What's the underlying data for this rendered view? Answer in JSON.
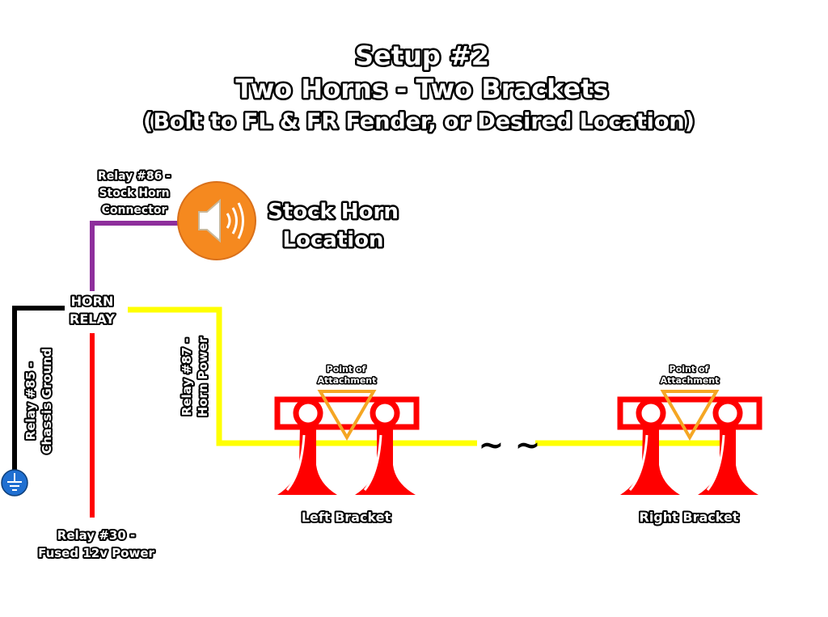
{
  "title": {
    "line1": "Setup #2",
    "line2": "Two Horns - Two Brackets",
    "line3": "(Bolt to FL & FR Fender, or Desired Location)"
  },
  "relay": {
    "line1": "HORN",
    "line2": "RELAY"
  },
  "labels": {
    "relay86": [
      "Relay #86 -",
      "Stock Horn",
      "Connector"
    ],
    "relay85": [
      "Relay #85 -",
      "Chassis Ground"
    ],
    "relay87": [
      "Relay #87 -",
      "Horn Power"
    ],
    "relay30": [
      "Relay #30 -",
      "Fused 12v Power"
    ],
    "stock_horn": [
      "Stock Horn",
      "Location"
    ]
  },
  "brackets": [
    {
      "label": "Left Bracket",
      "attach": [
        "Point of",
        "Attachment"
      ]
    },
    {
      "label": "Right Bracket",
      "attach": [
        "Point of",
        "Attachment"
      ]
    }
  ],
  "icons": {
    "speaker": "speaker-icon",
    "ground": "ground-icon"
  },
  "colors": {
    "wire_86": "#8e2f9c",
    "wire_85": "#000000",
    "wire_87": "#ffff00",
    "wire_30": "#ff0000",
    "bracket": "#ff0000",
    "attach_marker": "#f5a623",
    "speaker_bg": "#f5891f",
    "ground_bg": "#1f6fd1"
  }
}
